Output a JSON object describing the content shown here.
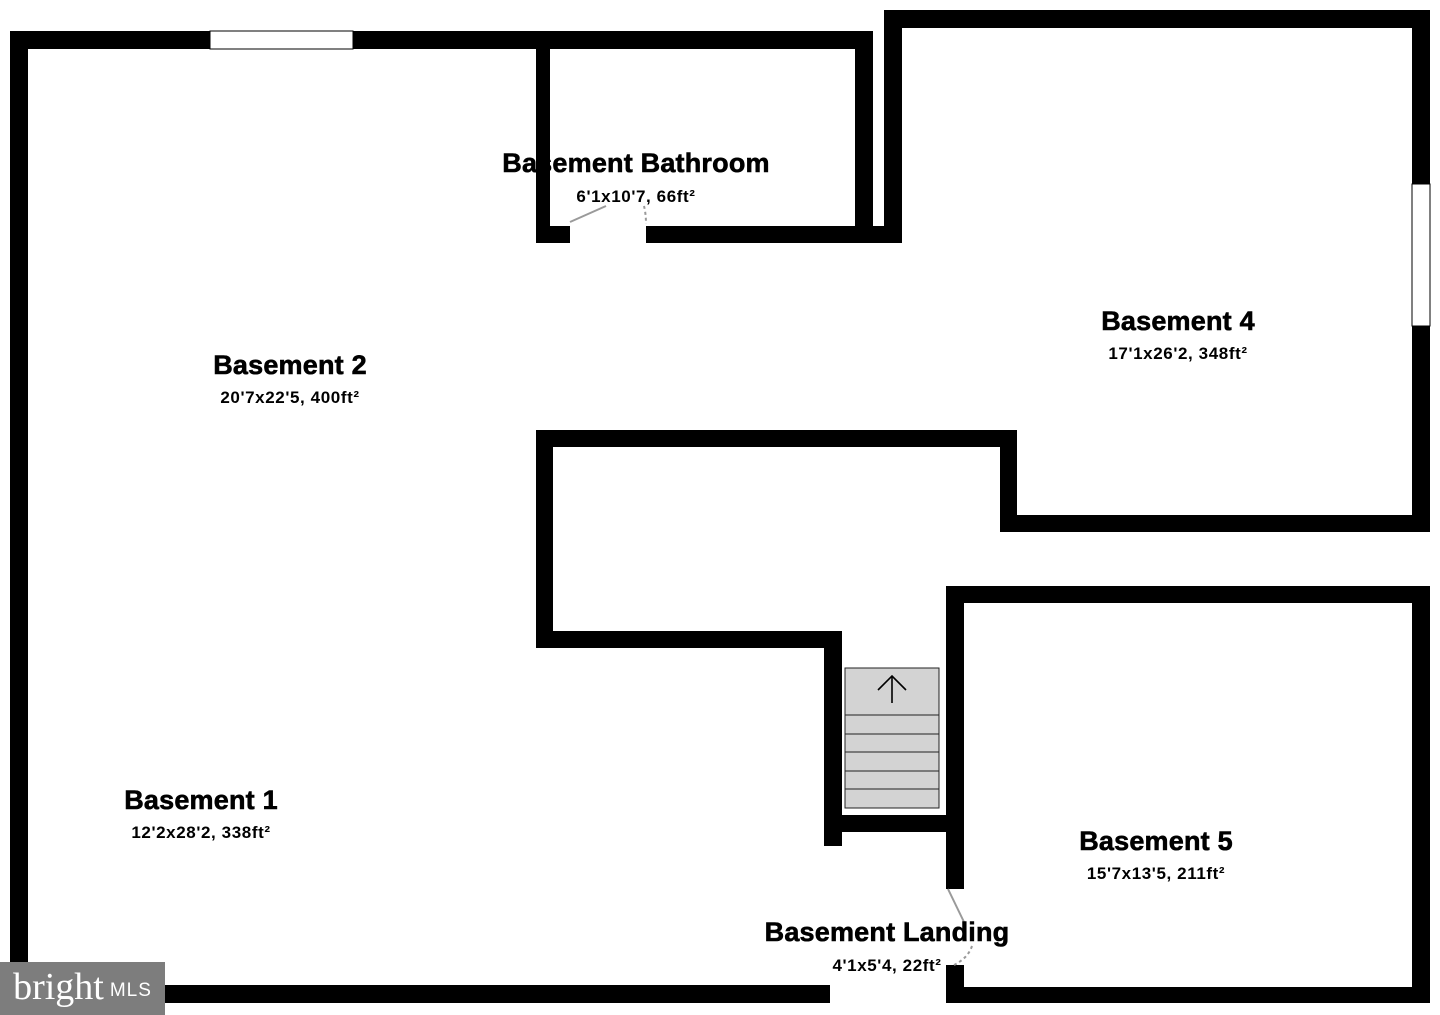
{
  "rooms": [
    {
      "name": "Basement Bathroom",
      "dims": "6'1x10'7, 66ft²"
    },
    {
      "name": "Basement 2",
      "dims": "20'7x22'5, 400ft²"
    },
    {
      "name": "Basement 4",
      "dims": "17'1x26'2, 348ft²"
    },
    {
      "name": "Basement 1",
      "dims": "12'2x28'2, 338ft²"
    },
    {
      "name": "Basement 5",
      "dims": "15'7x13'5, 211ft²"
    },
    {
      "name": "Basement Landing",
      "dims": "4'1x5'4, 22ft²"
    }
  ],
  "watermark": {
    "brand": "bright",
    "suffix": "MLS"
  },
  "colors": {
    "wall": "#000000",
    "stairs": "#d3d3d3",
    "door": "#9a9a9a",
    "watermark_bg": "#7d7d7d"
  },
  "icons": {
    "stairs_direction": "up-arrow-icon"
  }
}
